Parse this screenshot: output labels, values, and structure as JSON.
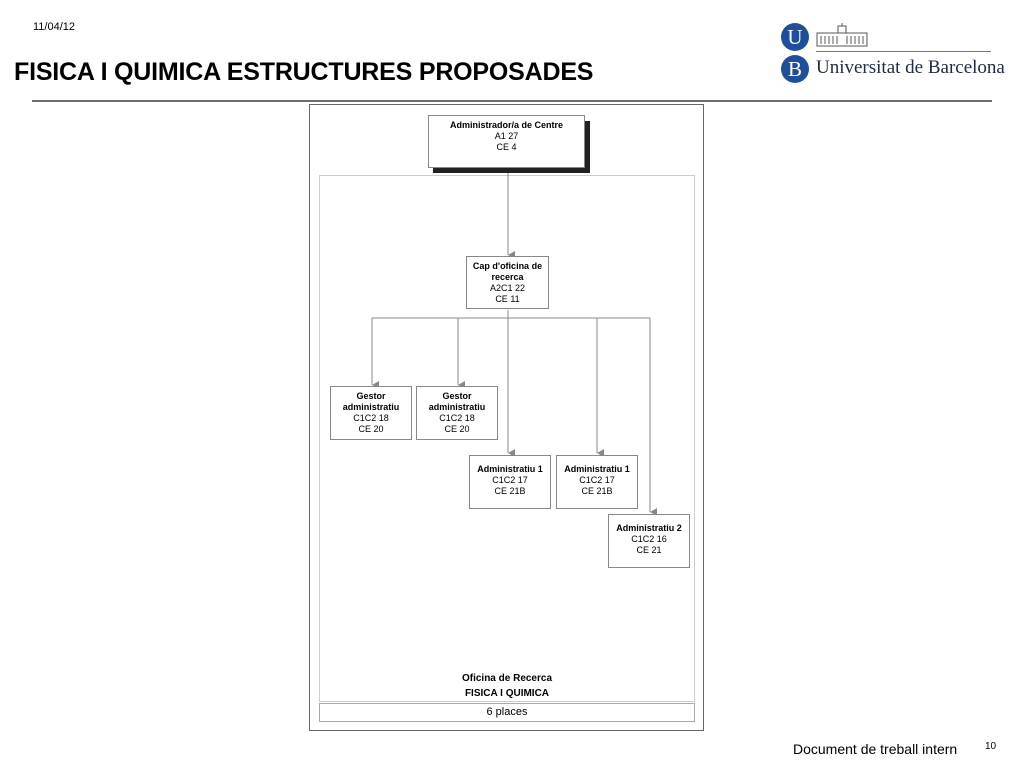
{
  "header": {
    "date": "11/04/12",
    "title": "FISICA I QUIMICA ESTRUCTURES PROPOSADES"
  },
  "logo": {
    "u_letter": "U",
    "b_letter": "B",
    "name": "Universitat de Barcelona",
    "brand_color": "#1f4f9b"
  },
  "org": {
    "head": {
      "title": "Administrador/a de Centre",
      "l1": "A1 27",
      "l2": "CE 4"
    },
    "chief": {
      "title1": "Cap d'oficina de",
      "title2": "recerca",
      "l1": "A2C1 22",
      "l2": "CE 11"
    },
    "gestor1": {
      "title1": "Gestor",
      "title2": "administratiu",
      "l1": "C1C2 18",
      "l2": "CE 20"
    },
    "gestor2": {
      "title1": "Gestor",
      "title2": "administratiu",
      "l1": "C1C2 18",
      "l2": "CE 20"
    },
    "admin1a": {
      "title": "Administratiu 1",
      "l1": "C1C2 17",
      "l2": "CE 21B"
    },
    "admin1b": {
      "title": "Administratiu 1",
      "l1": "C1C2 17",
      "l2": "CE 21B"
    },
    "admin2": {
      "title": "Administratiu 2",
      "l1": "C1C2 16",
      "l2": "CE 21"
    },
    "dept_line1": "Oficina de Recerca",
    "dept_line2": "FISICA I QUIMICA",
    "places": "6 places"
  },
  "footer": {
    "text": "Document de treball intern",
    "page": "10"
  }
}
